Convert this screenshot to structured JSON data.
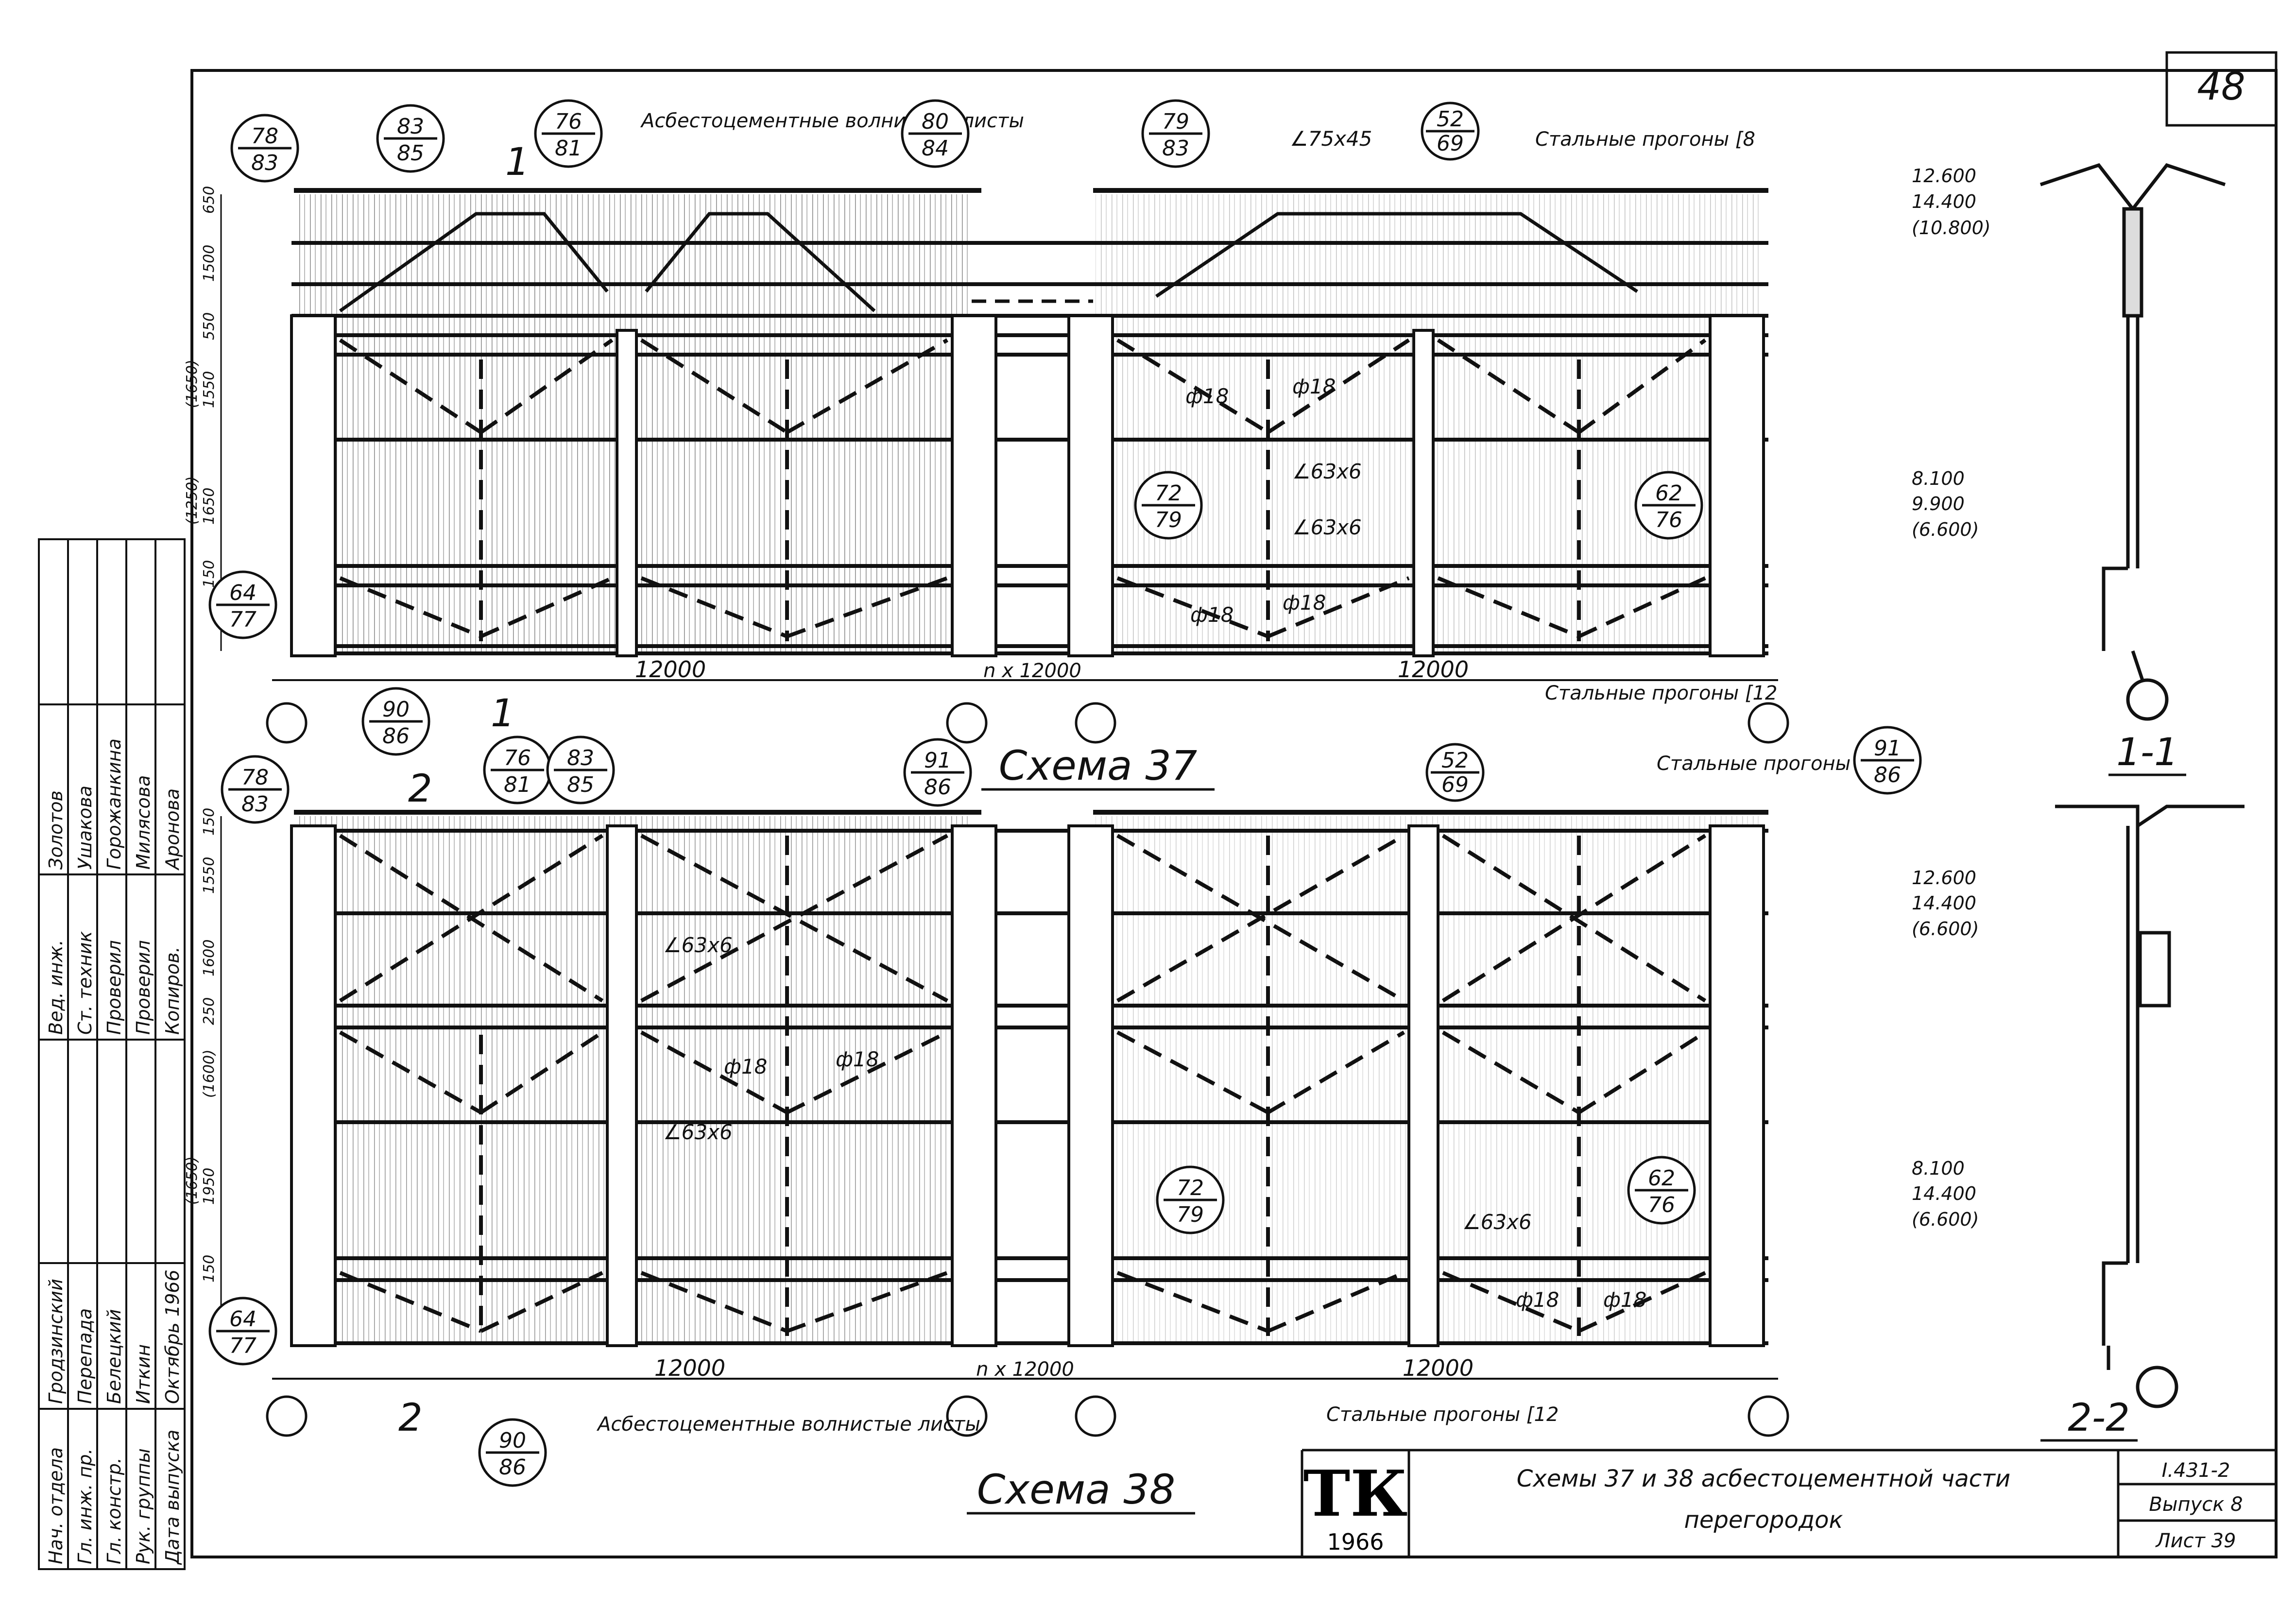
{
  "sheet": {
    "page_number": "48",
    "scheme_37_caption": "Схема 37",
    "scheme_38_caption": "Схема 38",
    "section_1_1": "1-1",
    "section_2_2": "2-2",
    "section_mark_1": "1",
    "section_mark_2": "2"
  },
  "annotations": {
    "asbestos_sheets": "Асбестоцементные волнистые листы",
    "steel_purlins_c8": "Стальные прогоны [8",
    "steel_purlins_c12": "Стальные прогоны [12",
    "angle_75x45": "∠75x45",
    "angle_63x6": "∠63x6",
    "rod_18": "ф18",
    "span_12000": "12000",
    "span_nx12000": "n x 12000"
  },
  "elevations": {
    "s37_top": [
      "12.600",
      "14.400",
      "(10.800)"
    ],
    "s37_mid": [
      "8.100",
      "9.900",
      "(6.600)"
    ],
    "s38_top": [
      "12.600",
      "14.400",
      "(6.600)"
    ],
    "s38_mid": [
      "8.100",
      "14.400",
      "(6.600)"
    ]
  },
  "vertical_dims": {
    "s37": [
      "650",
      "1500",
      "550",
      "1550",
      "(1650)",
      "1650",
      "(1250)",
      "150"
    ],
    "s38": [
      "150",
      "1550",
      "1600",
      "250",
      "(1600)",
      "1950",
      "(1650)",
      "150"
    ]
  },
  "node_refs": {
    "s37": [
      {
        "top": "78",
        "bottom": "83"
      },
      {
        "top": "83",
        "bottom": "85"
      },
      {
        "top": "76",
        "bottom": "81"
      },
      {
        "top": "80",
        "bottom": "84"
      },
      {
        "top": "79",
        "bottom": "83"
      },
      {
        "top": "52",
        "bottom": "69"
      },
      {
        "top": "72",
        "bottom": "79"
      },
      {
        "top": "62",
        "bottom": "76"
      },
      {
        "top": "64",
        "bottom": "77"
      },
      {
        "top": "90",
        "bottom": "86"
      }
    ],
    "s38": [
      {
        "top": "78",
        "bottom": "83"
      },
      {
        "top": "76",
        "bottom": "81"
      },
      {
        "top": "83",
        "bottom": "85"
      },
      {
        "top": "91",
        "bottom": "86"
      },
      {
        "top": "52",
        "bottom": "69"
      },
      {
        "top": "91",
        "bottom": "86"
      },
      {
        "top": "72",
        "bottom": "79"
      },
      {
        "top": "62",
        "bottom": "76"
      },
      {
        "top": "64",
        "bottom": "77"
      },
      {
        "top": "90",
        "bottom": "86"
      }
    ]
  },
  "title_block": {
    "logo": "ТК",
    "logo_year": "1966",
    "title_line1": "Схемы 37 и 38 асбестоцементной части",
    "title_line2": "перегородок",
    "series": "I.431-2",
    "issue": "Выпуск 8",
    "sheet": "Лист 39"
  },
  "stamp": {
    "columns": [
      [
        "Нач. отдела",
        "Гродзинский"
      ],
      [
        "Гл. инж. пр.",
        "Перепада"
      ],
      [
        "Гл. констр.",
        "Белецкий"
      ],
      [
        "Рук. группы",
        "Иткин"
      ],
      [
        "Дата выпуска",
        "Октябрь 1966"
      ]
    ],
    "columns_right": [
      [
        "Вед. инж.",
        "Золотов"
      ],
      [
        "Ст. техник",
        "Ушакова"
      ],
      [
        "Проверил",
        "Горожанкина"
      ],
      [
        "Проверил",
        "Милясова"
      ],
      [
        "Копиров.",
        "Аронова"
      ]
    ]
  }
}
